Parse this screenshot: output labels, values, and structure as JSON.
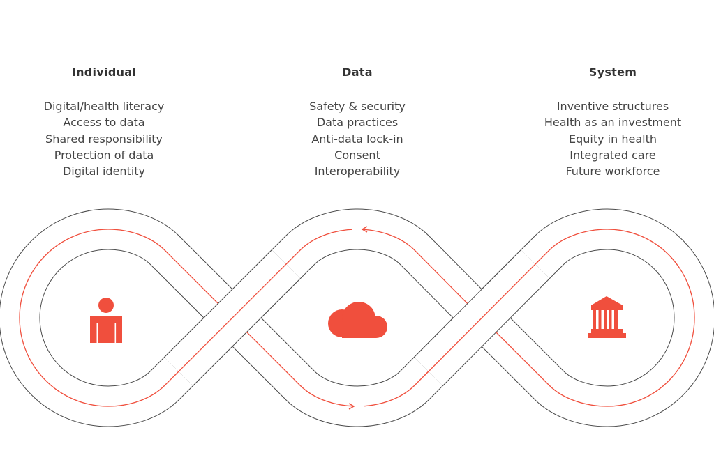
{
  "columns": [
    {
      "title": "Individual",
      "items": [
        "Digital/health literacy",
        "Access to data",
        "Shared responsibility",
        "Protection of data",
        "Digital identity"
      ]
    },
    {
      "title": "Data",
      "items": [
        "Safety & security",
        "Data practices",
        "Anti-data lock-in",
        "Consent",
        "Interoperability"
      ]
    },
    {
      "title": "System",
      "items": [
        "Inventive structures",
        "Health as an investment",
        "Equity in health",
        "Integrated care",
        "Future workforce"
      ]
    }
  ],
  "icons": {
    "individual": "person-icon",
    "data": "cloud-icon",
    "system": "building-icon"
  },
  "colors": {
    "accent": "#f04f3d",
    "track": "#4a4a4a",
    "text": "#444444"
  }
}
